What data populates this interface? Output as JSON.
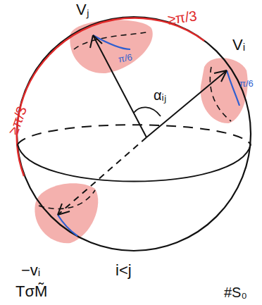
{
  "diagram": {
    "labels": [
      "Vⱼ",
      "≥π/3",
      "π/6",
      "Vᵢ",
      "π/6",
      "αᵢⱼ",
      "≥π/3",
      "−vᵢ",
      "i<j",
      "TσM̃",
      "#S₀"
    ]
  }
}
